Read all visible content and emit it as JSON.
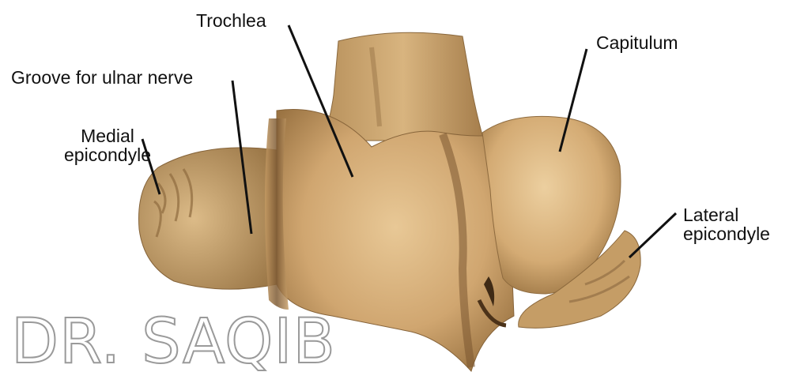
{
  "labels": {
    "trochlea": "Trochlea",
    "capitulum": "Capitulum",
    "groove": "Groove for ulnar nerve",
    "medial_line1": "Medial",
    "medial_line2": "epicondyle",
    "lateral_line1": "Lateral",
    "lateral_line2": "epicondyle"
  },
  "watermark": "DR. SAQIB",
  "colors": {
    "bone_light": "#e6c592",
    "bone_mid": "#c9a06b",
    "bone_dark": "#7c5a33",
    "leader_line": "#111111"
  }
}
